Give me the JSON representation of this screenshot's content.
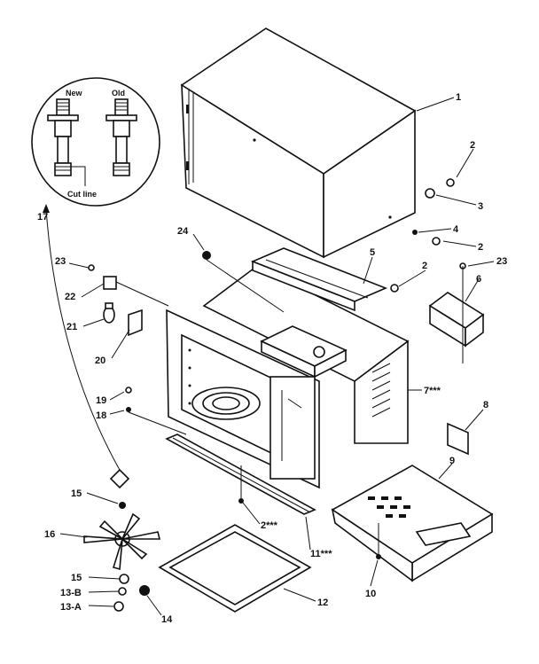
{
  "inset": {
    "new_label": "New",
    "old_label": "Old",
    "cut_line_label": "Cut line"
  },
  "callouts": [
    {
      "id": "c1",
      "text": "1"
    },
    {
      "id": "c2a",
      "text": "2"
    },
    {
      "id": "c3",
      "text": "3"
    },
    {
      "id": "c4",
      "text": "4"
    },
    {
      "id": "c2b",
      "text": "2"
    },
    {
      "id": "c5",
      "text": "5"
    },
    {
      "id": "c2c",
      "text": "2"
    },
    {
      "id": "c23a",
      "text": "23"
    },
    {
      "id": "c6",
      "text": "6"
    },
    {
      "id": "c24",
      "text": "24"
    },
    {
      "id": "c17",
      "text": "17"
    },
    {
      "id": "c23b",
      "text": "23"
    },
    {
      "id": "c22",
      "text": "22"
    },
    {
      "id": "c21",
      "text": "21"
    },
    {
      "id": "c20",
      "text": "20"
    },
    {
      "id": "c19",
      "text": "19"
    },
    {
      "id": "c18",
      "text": "18"
    },
    {
      "id": "c7",
      "text": "7***"
    },
    {
      "id": "c8",
      "text": "8"
    },
    {
      "id": "c9",
      "text": "9"
    },
    {
      "id": "c15a",
      "text": "15"
    },
    {
      "id": "c16",
      "text": "16"
    },
    {
      "id": "c2d",
      "text": "2***"
    },
    {
      "id": "c11",
      "text": "11***"
    },
    {
      "id": "c10",
      "text": "10"
    },
    {
      "id": "c15b",
      "text": "15"
    },
    {
      "id": "c13b",
      "text": "13-B"
    },
    {
      "id": "c13a",
      "text": "13-A"
    },
    {
      "id": "c14",
      "text": "14"
    },
    {
      "id": "c12",
      "text": "12"
    }
  ]
}
